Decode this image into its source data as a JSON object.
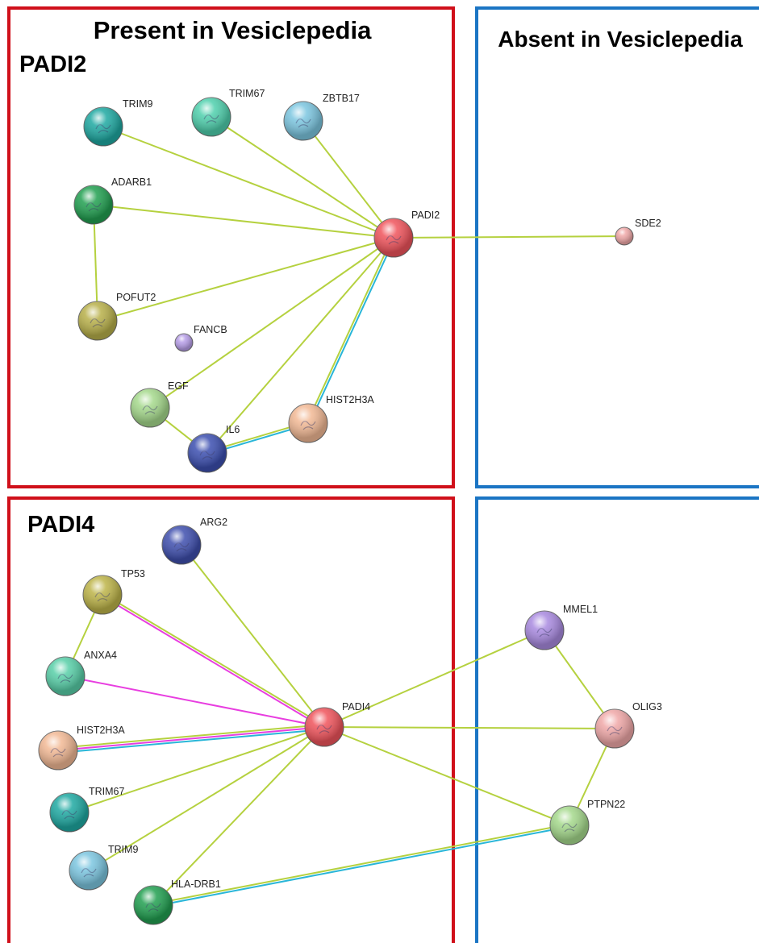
{
  "headers": {
    "present": "Present in Vesiclepedia",
    "absent": "Absent in Vesiclepedia",
    "panel_top": "PADI2",
    "panel_bottom": "PADI4"
  },
  "colors": {
    "present_frame": "#d0101a",
    "absent_frame": "#1b75c4",
    "edge_textmining": "#b5d13f",
    "edge_coexpression": "#e83ee0",
    "edge_database": "#29b6d8"
  },
  "networks": [
    {
      "id": "padi2",
      "nodes": [
        {
          "id": "TRIM9",
          "label": "TRIM9",
          "color": "#1fa9a2"
        },
        {
          "id": "TRIM67",
          "label": "TRIM67",
          "color": "#4fd0ad"
        },
        {
          "id": "ZBTB17",
          "label": "ZBTB17",
          "color": "#7cc6e0"
        },
        {
          "id": "ADARB1",
          "label": "ADARB1",
          "color": "#22a051"
        },
        {
          "id": "PADI2",
          "label": "PADI2",
          "color": "#f0545c"
        },
        {
          "id": "SDE2",
          "label": "SDE2",
          "color": "#f0a8a8"
        },
        {
          "id": "POFUT2",
          "label": "POFUT2",
          "color": "#b8b04a"
        },
        {
          "id": "FANCB",
          "label": "FANCB",
          "color": "#b79ee8"
        },
        {
          "id": "EGF",
          "label": "EGF",
          "color": "#a5d98c"
        },
        {
          "id": "IL6",
          "label": "IL6",
          "color": "#3c4fb0"
        },
        {
          "id": "HIST2H3A",
          "label": "HIST2H3A",
          "color": "#f2b995"
        }
      ],
      "edges": [
        {
          "from": "TRIM9",
          "to": "PADI2",
          "types": [
            "textmining"
          ]
        },
        {
          "from": "TRIM67",
          "to": "PADI2",
          "types": [
            "textmining"
          ]
        },
        {
          "from": "ZBTB17",
          "to": "PADI2",
          "types": [
            "textmining"
          ]
        },
        {
          "from": "ADARB1",
          "to": "PADI2",
          "types": [
            "textmining"
          ]
        },
        {
          "from": "ADARB1",
          "to": "POFUT2",
          "types": [
            "textmining"
          ]
        },
        {
          "from": "POFUT2",
          "to": "PADI2",
          "types": [
            "textmining"
          ]
        },
        {
          "from": "EGF",
          "to": "PADI2",
          "types": [
            "textmining"
          ]
        },
        {
          "from": "IL6",
          "to": "PADI2",
          "types": [
            "textmining"
          ]
        },
        {
          "from": "HIST2H3A",
          "to": "PADI2",
          "types": [
            "textmining",
            "database"
          ]
        },
        {
          "from": "EGF",
          "to": "IL6",
          "types": [
            "textmining"
          ]
        },
        {
          "from": "IL6",
          "to": "HIST2H3A",
          "types": [
            "textmining",
            "database"
          ]
        },
        {
          "from": "PADI2",
          "to": "SDE2",
          "types": [
            "textmining"
          ]
        }
      ]
    },
    {
      "id": "padi4",
      "nodes": [
        {
          "id": "ARG2",
          "label": "ARG2",
          "color": "#3f4fae"
        },
        {
          "id": "TP53",
          "label": "TP53",
          "color": "#bdb449"
        },
        {
          "id": "ANXA4",
          "label": "ANXA4",
          "color": "#58cfa8"
        },
        {
          "id": "HIST2H3A",
          "label": "HIST2H3A",
          "color": "#f2b995"
        },
        {
          "id": "PADI4",
          "label": "PADI4",
          "color": "#f0545c"
        },
        {
          "id": "TRIM67",
          "label": "TRIM67",
          "color": "#1fa9a2"
        },
        {
          "id": "TRIM9",
          "label": "TRIM9",
          "color": "#7cc6e0"
        },
        {
          "id": "HLA-DRB1",
          "label": "HLA-DRB1",
          "color": "#22a051"
        },
        {
          "id": "MMEL1",
          "label": "MMEL1",
          "color": "#a98ae0"
        },
        {
          "id": "OLIG3",
          "label": "OLIG3",
          "color": "#f0a8a8"
        },
        {
          "id": "PTPN22",
          "label": "PTPN22",
          "color": "#a5d98c"
        }
      ],
      "edges": [
        {
          "from": "ARG2",
          "to": "PADI4",
          "types": [
            "textmining"
          ]
        },
        {
          "from": "TP53",
          "to": "PADI4",
          "types": [
            "textmining",
            "coexpression"
          ]
        },
        {
          "from": "TP53",
          "to": "ANXA4",
          "types": [
            "textmining"
          ]
        },
        {
          "from": "ANXA4",
          "to": "PADI4",
          "types": [
            "coexpression"
          ]
        },
        {
          "from": "HIST2H3A",
          "to": "PADI4",
          "types": [
            "textmining",
            "coexpression",
            "database"
          ]
        },
        {
          "from": "TRIM67",
          "to": "PADI4",
          "types": [
            "textmining"
          ]
        },
        {
          "from": "TRIM9",
          "to": "PADI4",
          "types": [
            "textmining"
          ]
        },
        {
          "from": "HLA-DRB1",
          "to": "PADI4",
          "types": [
            "textmining"
          ]
        },
        {
          "from": "HLA-DRB1",
          "to": "PTPN22",
          "types": [
            "textmining",
            "database"
          ]
        },
        {
          "from": "PADI4",
          "to": "MMEL1",
          "types": [
            "textmining"
          ]
        },
        {
          "from": "PADI4",
          "to": "OLIG3",
          "types": [
            "textmining"
          ]
        },
        {
          "from": "PADI4",
          "to": "PTPN22",
          "types": [
            "textmining"
          ]
        },
        {
          "from": "MMEL1",
          "to": "OLIG3",
          "types": [
            "textmining"
          ]
        },
        {
          "from": "OLIG3",
          "to": "PTPN22",
          "types": [
            "textmining"
          ]
        }
      ]
    }
  ]
}
